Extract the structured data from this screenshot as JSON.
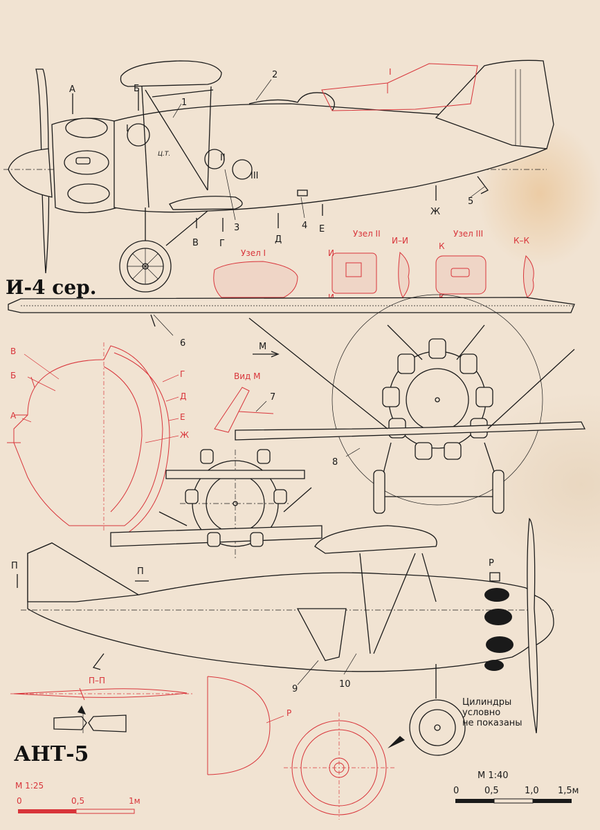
{
  "drawing_titles": {
    "top_aircraft": "И-4 сер.",
    "bottom_aircraft": "АНТ-5"
  },
  "section_labels": {
    "A": "А",
    "B": "Б",
    "V": "В",
    "G": "Г",
    "D": "Д",
    "E": "Е",
    "ZH": "Ж",
    "P": "П",
    "R": "Р",
    "M": "М"
  },
  "callouts": [
    "1",
    "2",
    "3",
    "4",
    "5",
    "6",
    "7",
    "8",
    "9",
    "10"
  ],
  "roman": [
    "I",
    "II",
    "III"
  ],
  "detail_views": {
    "uzel_1": "Узел I",
    "uzel_2": "Узел II",
    "uzel_3": "Узел III",
    "section_i": "И–И",
    "section_k": "К–К",
    "section_i_marker": "И",
    "section_k_marker": "К",
    "view_m": "Вид М",
    "section_p": "П–П",
    "profile_r": "Р"
  },
  "center_of_gravity": "Ц.Т.",
  "cylinders_note": [
    "Цилиндры",
    "условно",
    "не показаны"
  ],
  "scale_right": {
    "label": "М 1:40",
    "ticks": [
      "0",
      "0,5",
      "1,0",
      "1,5м"
    ]
  },
  "scale_left": {
    "label": "М 1:25",
    "ticks": [
      "0",
      "0,5",
      "1м"
    ]
  },
  "colors": {
    "paper": "#f1e3d2",
    "ink": "#1a1a1a",
    "red": "#d8343a"
  }
}
